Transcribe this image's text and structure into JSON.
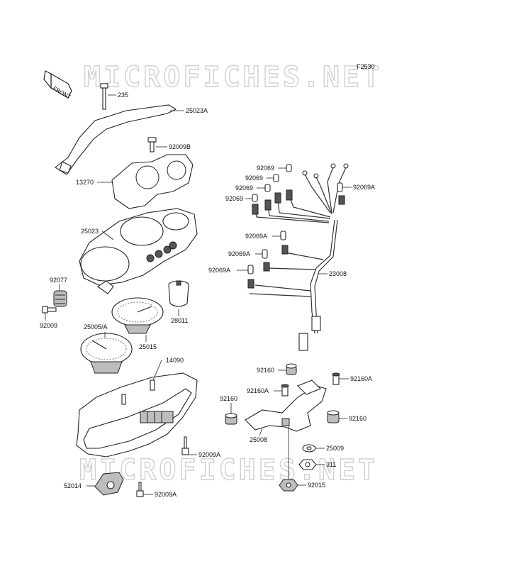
{
  "watermark": "MICROFICHES.NET",
  "figure_code": "F2530",
  "front_arrow_label": "FRONT",
  "labels": {
    "p235": "235",
    "p25023A": "25023A",
    "p92009B": "92009B",
    "p13270": "13270",
    "p25023": "25023",
    "p92077": "92077",
    "p92009": "92009",
    "p25005A": "25005/A",
    "p28011": "28011",
    "p25015": "25015",
    "p14090": "14090",
    "p92009A_1": "92009A",
    "p52014": "52014",
    "p92009A_2": "92009A",
    "p92069_1": "92069",
    "p92069_2": "92069",
    "p92069_3": "92069",
    "p92069_4": "92069",
    "p92069A_r": "92069A",
    "p92069A_1": "92069A",
    "p92069A_2": "92069A",
    "p92069A_3": "92069A",
    "p23008": "23008",
    "p92160_t": "92160",
    "p92160A_r": "92160A",
    "p92160A_l": "92160A",
    "p92160_l": "92160",
    "p92160_r": "92160",
    "p25008": "25008",
    "p25009": "25009",
    "p311": "311",
    "p92015": "92015"
  }
}
